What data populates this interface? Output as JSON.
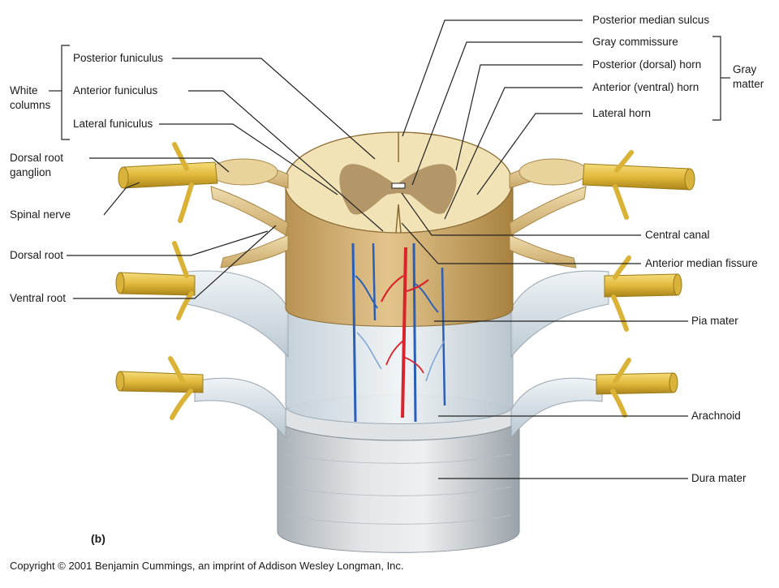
{
  "labels": {
    "posterior_median_sulcus": "Posterior median sulcus",
    "gray_commissure": "Gray commissure",
    "posterior_dorsal_horn": "Posterior (dorsal) horn",
    "anterior_ventral_horn": "Anterior (ventral) horn",
    "lateral_horn": "Lateral horn",
    "gray_matter_line1": "Gray",
    "gray_matter_line2": "matter",
    "white_columns_line1": "White",
    "white_columns_line2": "columns",
    "posterior_funiculus": "Posterior funiculus",
    "anterior_funiculus": "Anterior funiculus",
    "lateral_funiculus": "Lateral funiculus",
    "dorsal_root_ganglion_line1": "Dorsal root",
    "dorsal_root_ganglion_line2": "ganglion",
    "spinal_nerve": "Spinal nerve",
    "dorsal_root": "Dorsal root",
    "ventral_root": "Ventral root",
    "central_canal": "Central canal",
    "anterior_median_fissure": "Anterior median fissure",
    "pia_mater": "Pia mater",
    "arachnoid": "Arachnoid",
    "dura_mater": "Dura mater"
  },
  "panel_letter": "(b)",
  "copyright": "Copyright © 2001 Benjamin Cummings, an imprint of Addison Wesley Longman, Inc.",
  "colors": {
    "nerve": "#e6c24a",
    "nerve_dark": "#b8921f",
    "white_matter": "#f2e3b6",
    "gray_matter": "#a98a5a",
    "cord_side": "#d9b77a",
    "pia": "#dde8ee",
    "dura": "#c9ced3",
    "artery": "#d8242a",
    "vein": "#2a5fb8",
    "leader": "#222222"
  }
}
